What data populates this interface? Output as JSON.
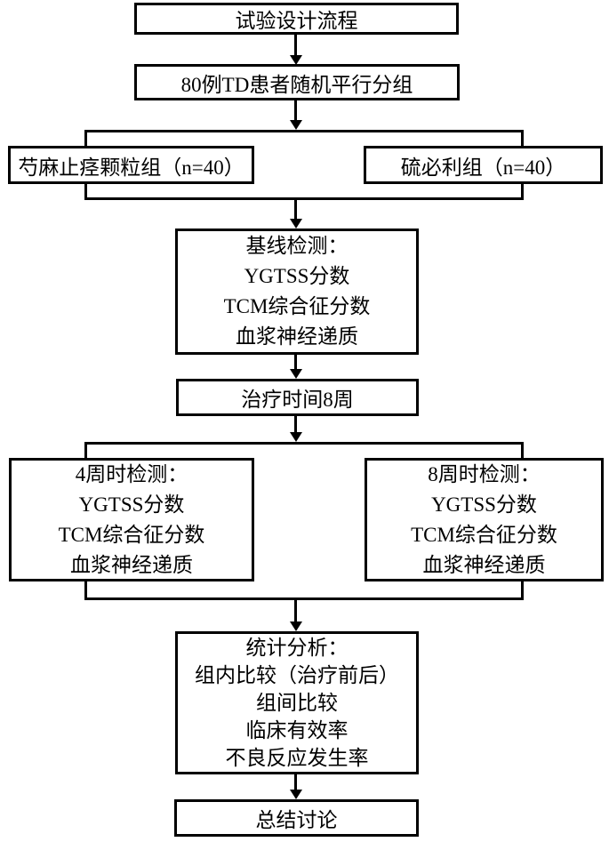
{
  "diagram": {
    "type": "flowchart",
    "background": "#ffffff",
    "line_color": "#000000",
    "text_color": "#000000",
    "nodes": {
      "title": "试验设计流程",
      "enrollment": "80例TD患者随机平行分组",
      "group_left": "芍麻止痉颗粒组（n=40）",
      "group_right": "硫必利组（n=40）",
      "baseline": "基线检测：\nYGTSS分数\nTCM综合征分数\n血浆神经递质",
      "treatment": "治疗时间8周",
      "week4": "4周时检测：\nYGTSS分数\nTCM综合征分数\n血浆神经递质",
      "week8": "8周时检测：\nYGTSS分数\nTCM综合征分数\n血浆神经递质",
      "stats": "统计分析：\n组内比较（治疗前后）\n组间比较\n临床有效率\n不良反应发生率",
      "conclusion": "总结讨论"
    },
    "edges": [
      "title -> enrollment",
      "enrollment -> group_left",
      "enrollment -> group_right",
      "group_left -> baseline",
      "group_right -> baseline",
      "baseline -> treatment",
      "treatment -> week4",
      "treatment -> week8",
      "week4 -> stats",
      "week8 -> stats",
      "stats -> conclusion"
    ]
  }
}
